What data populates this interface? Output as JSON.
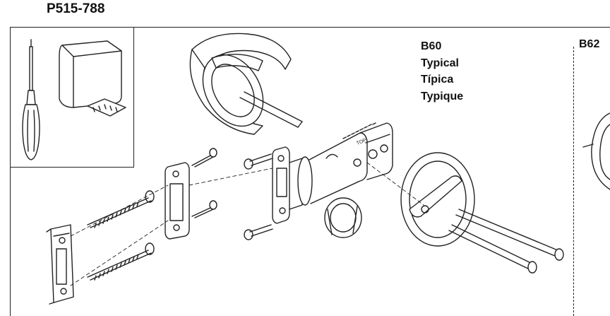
{
  "header": {
    "doc_number": "P515-788"
  },
  "variant_b60": {
    "model": "B60",
    "captions": [
      "Typical",
      "Típica",
      "Typique"
    ]
  },
  "variant_b62": {
    "model": "B62"
  },
  "deadbolt_faceplate": {
    "label": "TOP"
  }
}
